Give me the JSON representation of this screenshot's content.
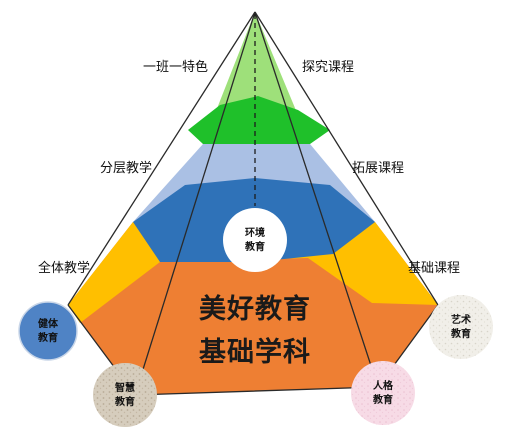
{
  "labels": {
    "top_left": "一班一特色",
    "top_right": "探究课程",
    "mid_left": "分层教学",
    "mid_right": "拓展课程",
    "low_left": "全体教学",
    "low_right": "基础课程"
  },
  "center": {
    "line1": "美好教育",
    "line2": "基础学科"
  },
  "circles": {
    "environment": [
      "环境",
      "教育"
    ],
    "health": [
      "健体",
      "教育"
    ],
    "wisdom": [
      "智慧",
      "教育"
    ],
    "personality": [
      "人格",
      "教育"
    ],
    "art": [
      "艺术",
      "教育"
    ]
  },
  "colors": {
    "top_tier": "#9ee07a",
    "top_core": "#1fc02a",
    "mid_tier": "#aac0e4",
    "mid_core": "#2f72b8",
    "low_tier": "#ffbf00",
    "base_tier": "#ee7f33"
  }
}
